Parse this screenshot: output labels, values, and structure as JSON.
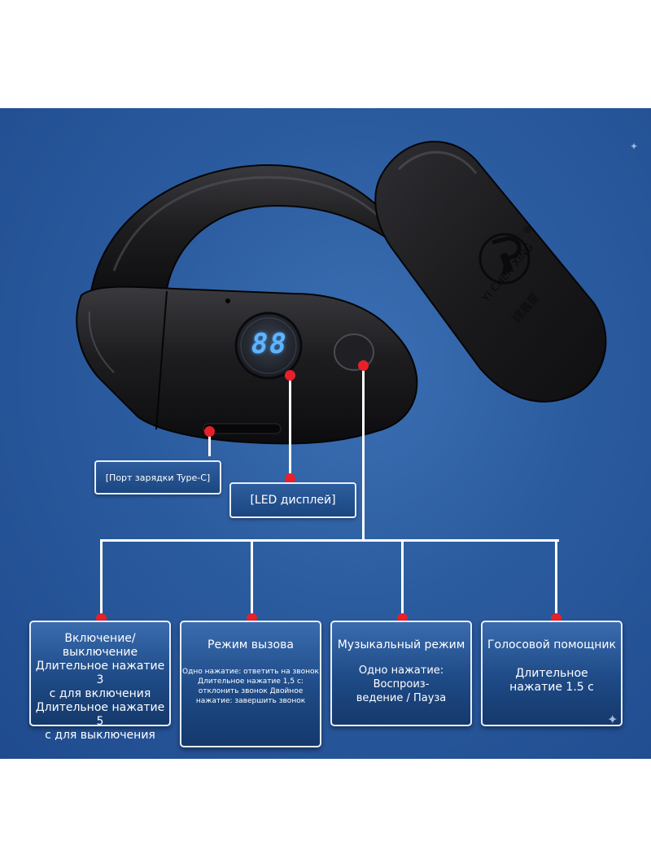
{
  "brand": {
    "name": "YI CHEN XING",
    "name_cn": "翊晨星",
    "reg_mark": "®"
  },
  "display": {
    "digits": "88"
  },
  "labels": {
    "charge_port": "[Порт зарядки Type-C]",
    "led_display": "[LED дисплей]"
  },
  "features": [
    {
      "title": "Включение/выключение",
      "lines": [
        "Длительное нажатие 3",
        "с для включения",
        "Длительное нажатие 5",
        "с для выключения"
      ]
    },
    {
      "title": "Режим вызова",
      "lines": [
        "Одно нажатие: ответить на звонок",
        "Длительное нажатие 1,5 с:",
        "отклонить звонок Двойное",
        "нажатие: завершить звонок"
      ]
    },
    {
      "title": "Музыкальный режим",
      "lines": [
        "Одно нажатие: Воспроиз-",
        "ведение / Пауза"
      ]
    },
    {
      "title": "Голосовой помощник",
      "lines": [
        "Длительное",
        "нажатие 1.5 с"
      ]
    }
  ],
  "colors": {
    "background": "#2b5b9f",
    "callout_dot": "#e8202a",
    "device_body": "#1a1a1c",
    "led_digits": "#5fb4ff"
  }
}
